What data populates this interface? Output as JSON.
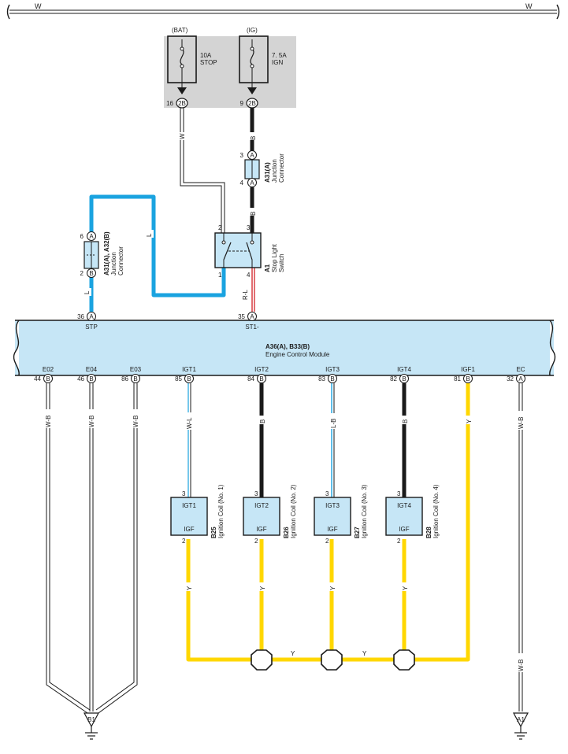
{
  "bus": {
    "left_label": "W",
    "right_label": "W"
  },
  "fuse_bat": {
    "supply": "(BAT)",
    "rating": "10A",
    "name": "STOP",
    "pin": "16",
    "connector": "2B"
  },
  "fuse_ig": {
    "supply": "(IG)",
    "rating": "7. 5A",
    "name": "IGN",
    "pin": "9",
    "connector": "2B"
  },
  "wires": {
    "w": "W",
    "b": "B",
    "l": "L",
    "rl": "R-L",
    "wb": "W-B",
    "wl": "W-L",
    "lb": "L-B",
    "y": "Y"
  },
  "jc_upper": {
    "code": "A31(A)",
    "name1": "Junction",
    "name2": "Connector",
    "pin_top": "3",
    "pin_bottom": "4",
    "letter": "A"
  },
  "jc_left": {
    "code": "A31(A), A32(B)",
    "name1": "Junction",
    "name2": "Connector",
    "pin_top": "6",
    "pin_bottom": "2",
    "letter_top": "A",
    "letter_bottom": "B"
  },
  "switch": {
    "code": "A1",
    "name1": "Stop Light",
    "name2": "Switch",
    "pin_tl": "2",
    "pin_tr": "3",
    "pin_bl": "1",
    "pin_br": "4"
  },
  "ecm": {
    "code": "A36(A), B33(B)",
    "name": "Engine Control Module",
    "top_pins": [
      {
        "num": "36",
        "conn": "A",
        "label": "STP"
      },
      {
        "num": "35",
        "conn": "A",
        "label": "ST1-"
      }
    ],
    "bottom_pins": [
      {
        "num": "44",
        "conn": "B",
        "label": "E02"
      },
      {
        "num": "46",
        "conn": "B",
        "label": "E04"
      },
      {
        "num": "86",
        "conn": "B",
        "label": "E03"
      },
      {
        "num": "85",
        "conn": "B",
        "label": "IGT1"
      },
      {
        "num": "84",
        "conn": "B",
        "label": "IGT2"
      },
      {
        "num": "83",
        "conn": "B",
        "label": "IGT3"
      },
      {
        "num": "82",
        "conn": "B",
        "label": "IGT4"
      },
      {
        "num": "81",
        "conn": "B",
        "label": "IGF1"
      },
      {
        "num": "32",
        "conn": "A",
        "label": "EC"
      }
    ]
  },
  "coils": [
    {
      "code": "B25",
      "name": "Ignition Coil (No. 1)",
      "top": "IGT1",
      "bottom": "IGF",
      "pin_top": "3",
      "pin_bottom": "2"
    },
    {
      "code": "B26",
      "name": "Ignition Coil (No. 2)",
      "top": "IGT2",
      "bottom": "IGF",
      "pin_top": "3",
      "pin_bottom": "2"
    },
    {
      "code": "B27",
      "name": "Ignition Coil (No. 3)",
      "top": "IGT3",
      "bottom": "IGF",
      "pin_top": "3",
      "pin_bottom": "2"
    },
    {
      "code": "B28",
      "name": "Ignition Coil (No. 4)",
      "top": "IGT4",
      "bottom": "IGF",
      "pin_top": "3",
      "pin_bottom": "2"
    }
  ],
  "grounds": [
    {
      "label": "B1"
    },
    {
      "label": "A1"
    }
  ],
  "colors": {
    "blue": "#1aa3e0",
    "yellow": "#ffd700",
    "red": "#d21f26",
    "black": "#1a1a1a",
    "fill": "#c6e6f6",
    "fuse_box": "#d4d4d4"
  }
}
